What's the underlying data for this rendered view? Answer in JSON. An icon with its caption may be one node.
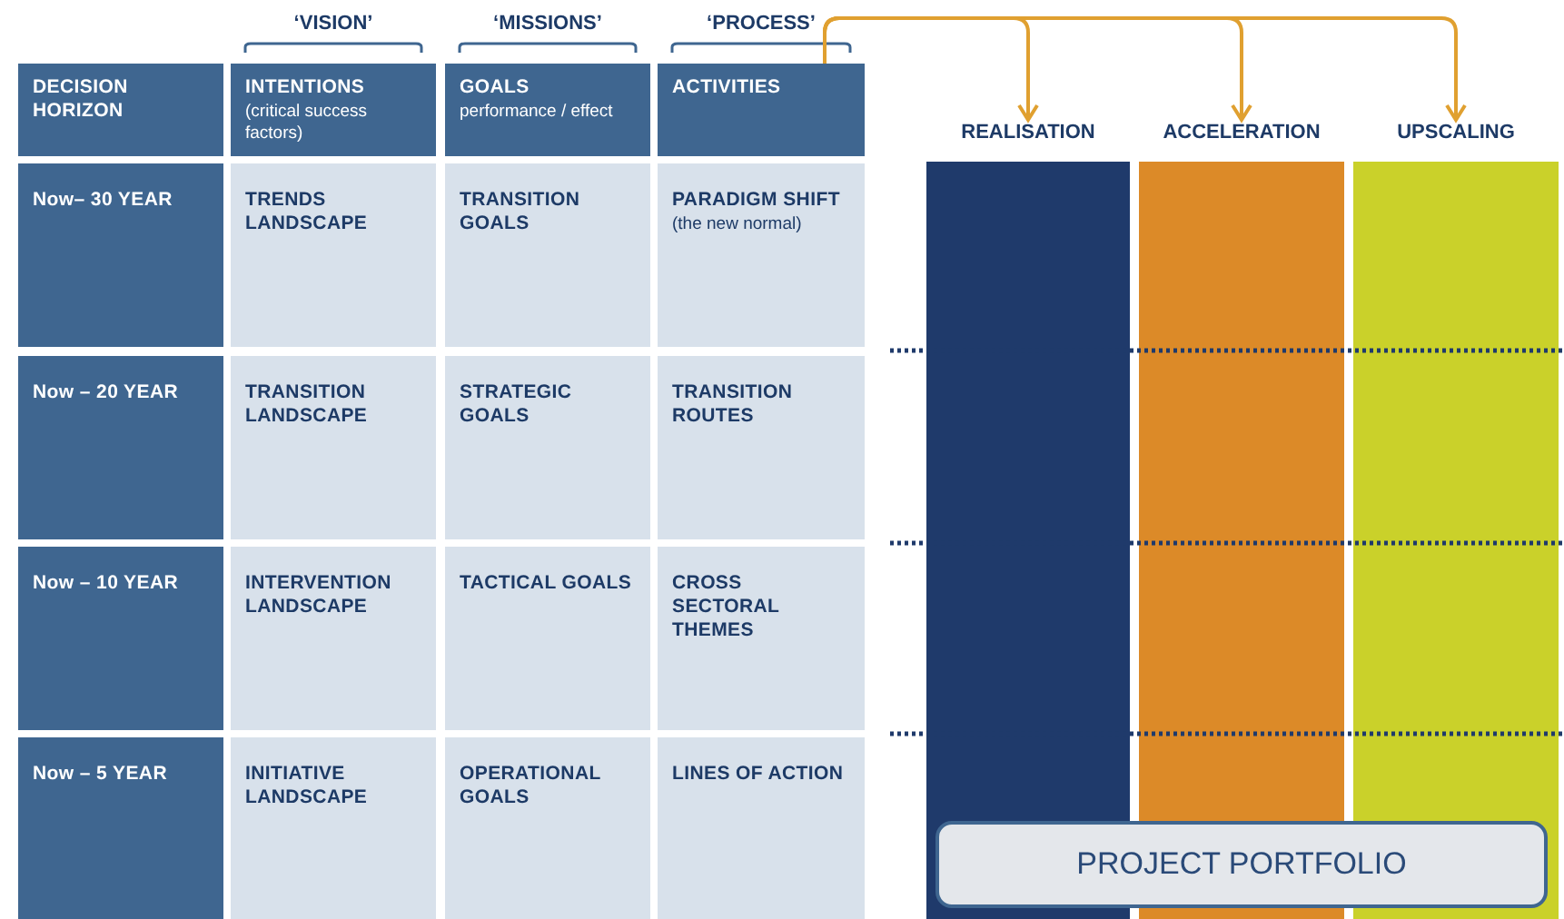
{
  "diagram": {
    "nodes": [
      {
        "text": [
          "DECISION HORIZON"
        ]
      },
      {
        "text": [
          "INTENTIONS",
          "(critical success factors)"
        ]
      },
      {
        "text": [
          "GOALS",
          "performance / effect"
        ]
      },
      {
        "text": [
          "ACTIVITIES"
        ]
      },
      {
        "text": [
          "REALISATION"
        ]
      },
      {
        "text": [
          "ACCELERATION"
        ]
      },
      {
        "text": [
          "UPSCALING"
        ]
      },
      {
        "text": [
          "Now– 30 YEAR"
        ]
      },
      {
        "text": [
          "TRENDS LANDSCAPE"
        ]
      },
      {
        "text": [
          "TRANSITION GOALS"
        ]
      },
      {
        "text": [
          "PARADIGM SHIFT",
          "(the new normal)"
        ]
      },
      {
        "text": [
          "Now – 20 YEAR"
        ]
      },
      {
        "text": [
          "TRANSITION LANDSCAPE"
        ]
      },
      {
        "text": [
          "STRATEGIC GOALS"
        ]
      },
      {
        "text": [
          "TRANSITION ROUTES"
        ]
      },
      {
        "text": [
          "Now – 10 YEAR"
        ]
      },
      {
        "text": [
          "INTERVENTION LANDSCAPE"
        ]
      },
      {
        "text": [
          "TACTICAL GOALS"
        ]
      },
      {
        "text": [
          "CROSS SECTORAL THEMES"
        ]
      },
      {
        "text": [
          "Now – 5 YEAR"
        ]
      },
      {
        "text": [
          "INITIATIVE LANDSCAPE"
        ]
      },
      {
        "text": [
          "OPERATIONAL GOALS"
        ]
      },
      {
        "text": [
          "LINES OF ACTION"
        ]
      },
      {
        "text": [
          "PROJECT PORTFOLIO"
        ]
      }
    ],
    "edges": [
      {
        "from": 3,
        "to": 4,
        "arrow": "to"
      },
      {
        "from": 3,
        "to": 5,
        "arrow": "to"
      },
      {
        "from": 3,
        "to": 6,
        "arrow": "to"
      }
    ],
    "labels": [
      "‘VISION’",
      "‘MISSIONS’",
      "‘PROCESS’"
    ]
  }
}
